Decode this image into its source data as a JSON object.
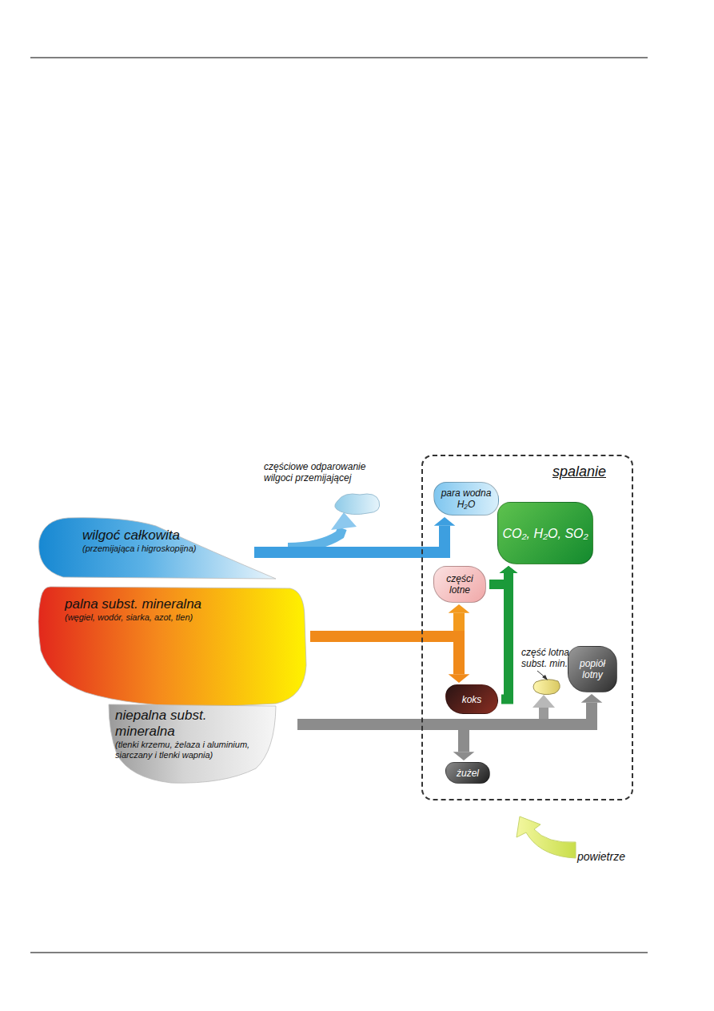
{
  "diagram": {
    "nodes": [
      {
        "text": [
          "wilgoć całkowita",
          "(przemijająca i higroskopijna)"
        ]
      },
      {
        "text": [
          "palna subst.  mineralna",
          "(węgiel, wodór, siarka, azot, tlen)"
        ]
      },
      {
        "text": [
          "niepalna subst. mineralna",
          "(tlenki krzemu, żelaza i aluminium, siarczany i tlenki wapnia)"
        ]
      },
      {
        "text": [
          "spalanie"
        ]
      },
      {
        "text": [
          "para wodna H₂O"
        ],
        "in": 3
      },
      {
        "text": [
          "CO₂, H₂O, SO₂"
        ],
        "in": 3
      },
      {
        "text": [
          "części lotne"
        ],
        "in": 3
      },
      {
        "text": [
          "koks"
        ],
        "in": 3
      },
      {
        "text": [
          "popiół lotny"
        ],
        "in": 3
      },
      {
        "text": [
          "żużel"
        ],
        "in": 3
      }
    ],
    "edges": [
      {
        "from": 0,
        "to": 4,
        "arrow": "to"
      },
      {
        "from": 1,
        "to": 6,
        "arrow": "to"
      },
      {
        "from": 1,
        "to": 7,
        "arrow": "to"
      },
      {
        "from": 6,
        "to": 5,
        "arrow": "to"
      },
      {
        "from": 7,
        "to": 5,
        "arrow": "to"
      },
      {
        "from": 2,
        "to": 9,
        "arrow": "to"
      },
      {
        "from": 2,
        "to": 8,
        "arrow": "to"
      }
    ],
    "labels": [
      "częściowe odparowanie wilgoci przemijającej",
      "część lotna subst. min.",
      "powietrze"
    ]
  }
}
